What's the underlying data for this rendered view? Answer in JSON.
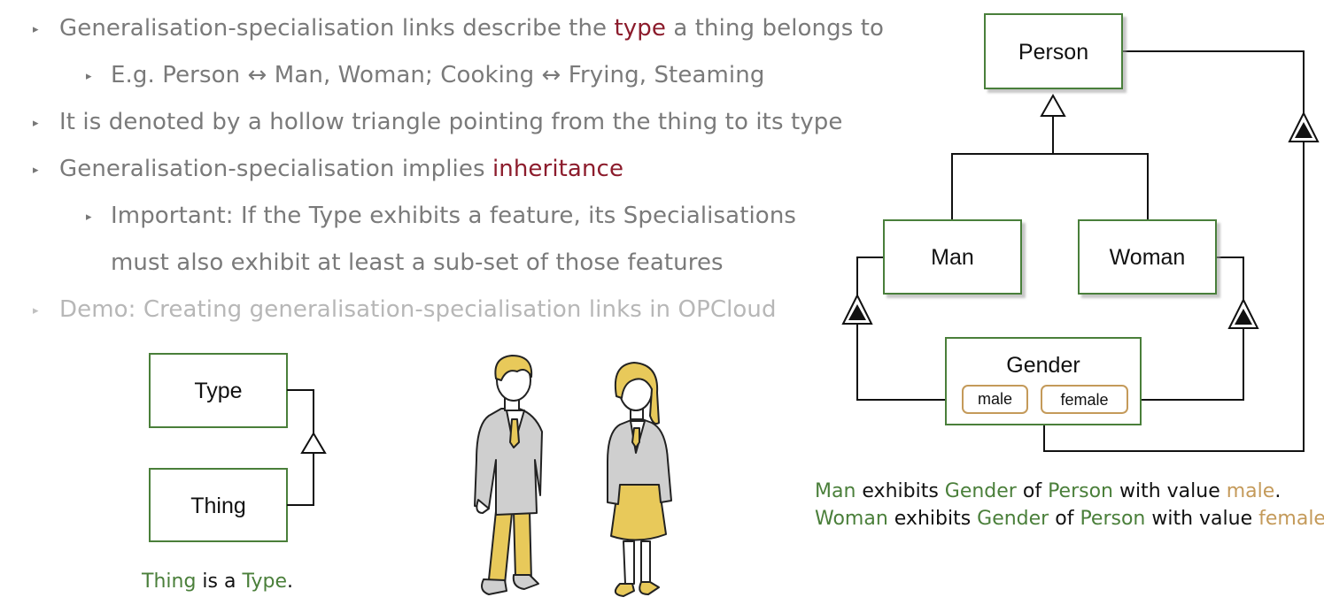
{
  "bullets": {
    "b1": {
      "pre": "Generalisation-specialisation links describe the ",
      "hl": "type",
      "post": " a thing belongs to"
    },
    "b1a": "E.g. Person ↔ Man, Woman; Cooking ↔ Frying, Steaming",
    "b2": "It is denoted by a hollow triangle pointing from the thing to its type",
    "b3": {
      "pre": "Generalisation-specialisation implies ",
      "hl": "inheritance"
    },
    "b3a_line1": "Important: If the Type exhibits a feature, its Specialisations",
    "b3a_line2": "must also exhibit at least a sub-set of those features",
    "b4": "Demo: Creating generalisation-specialisation links in OPCloud",
    "marker": "▸"
  },
  "small_diagram": {
    "type_label": "Type",
    "thing_label": "Thing",
    "caption": {
      "w1": "Thing",
      "w2": " is a ",
      "w3": "Type",
      "w4": "."
    }
  },
  "big_diagram": {
    "person": "Person",
    "man": "Man",
    "woman": "Woman",
    "gender": "Gender",
    "male": "male",
    "female": "female"
  },
  "caption_right": {
    "line1": {
      "a": "Man",
      "b": " exhibits ",
      "c": "Gender",
      "d": " of ",
      "e": "Person",
      "f": " with value ",
      "g": "male",
      "h": "."
    },
    "line2": {
      "a": "Woman",
      "b": " exhibits ",
      "c": "Gender",
      "d": " of ",
      "e": "Person",
      "f": " with value ",
      "g": "female"
    }
  },
  "colors": {
    "object_border": "#4a7f3a",
    "state_border": "#c49a5a",
    "highlight": "#8c1c2c",
    "figure_yellow": "#e8c95a",
    "figure_gray": "#cfcfcf"
  }
}
